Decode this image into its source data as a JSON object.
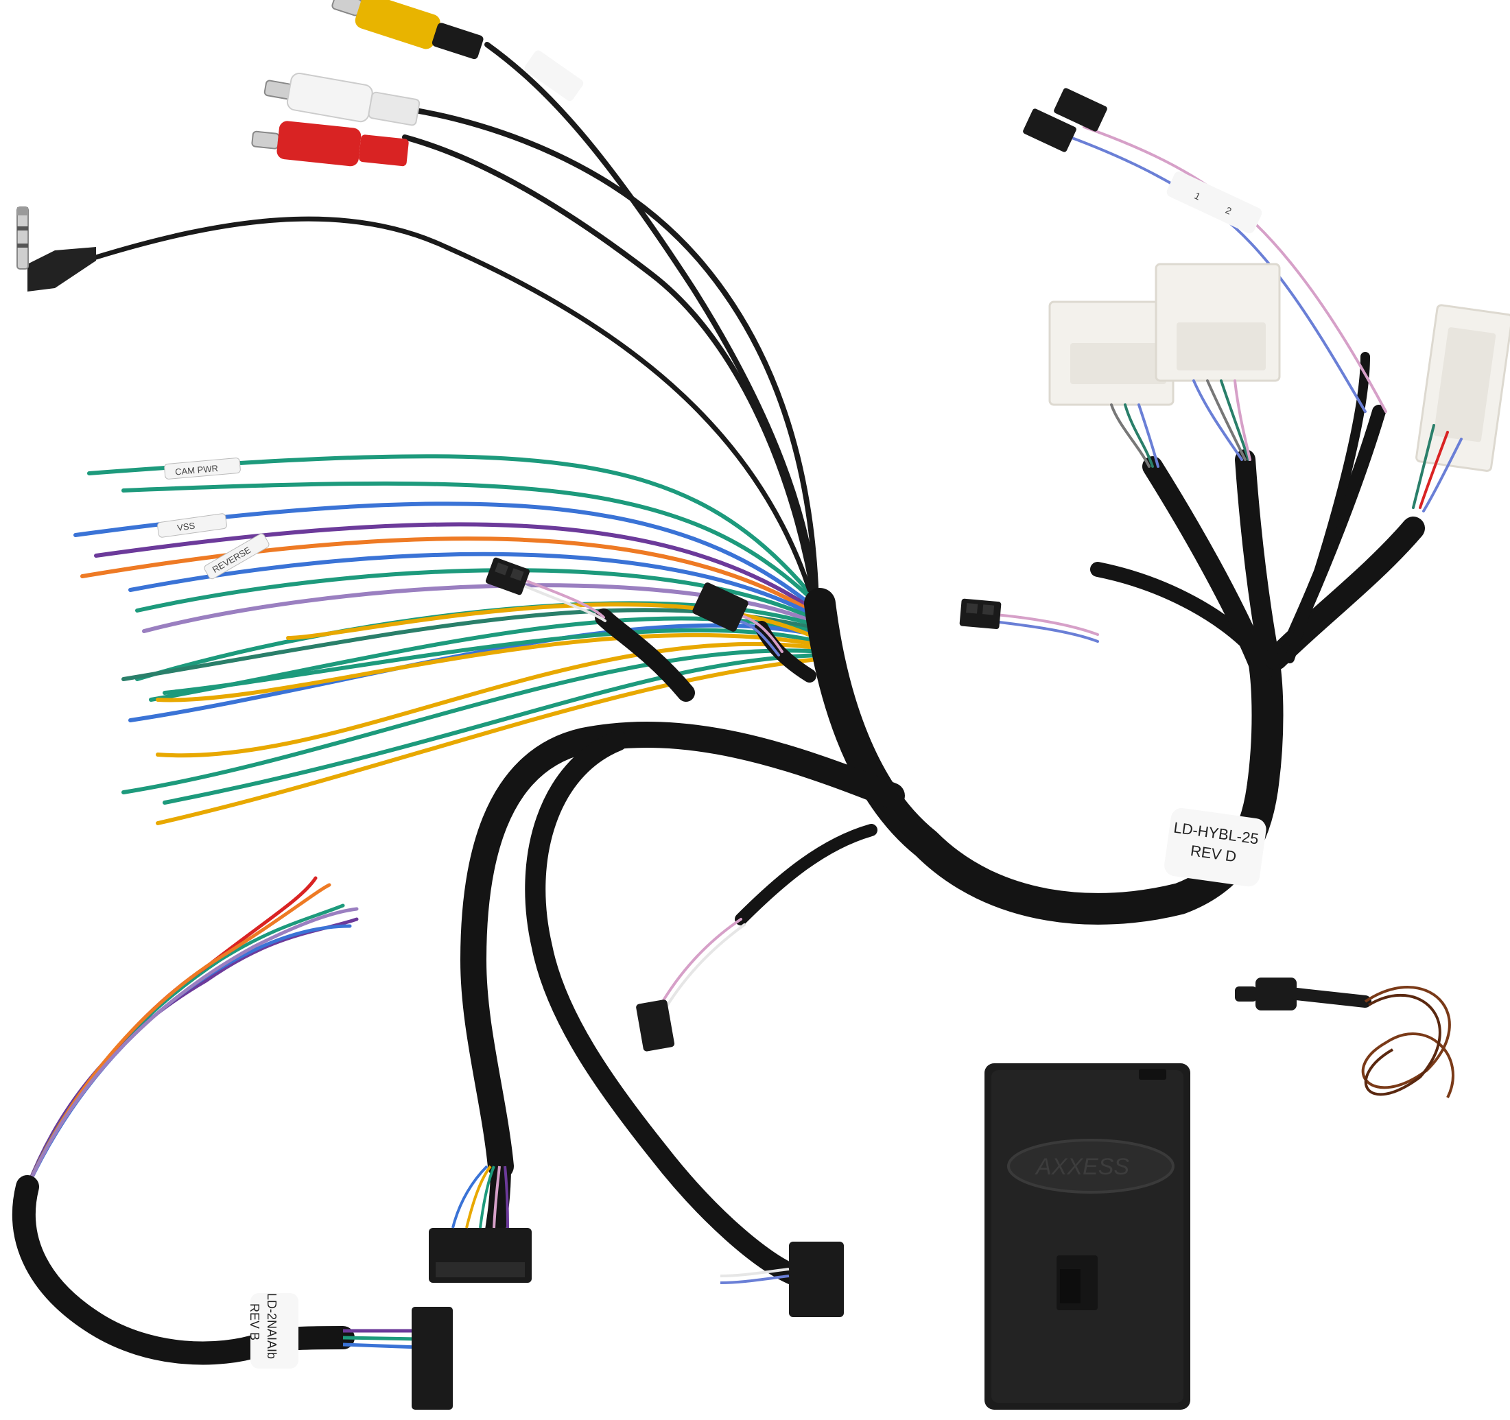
{
  "harness": {
    "main_label_line1": "LD-HYBL-25",
    "main_label_line2": "REV D",
    "small_label_line1": "LD-2NAIAIb",
    "small_label_line2": "REV B",
    "wire_tag_1": "CAM PWR",
    "wire_tag_2": "VSS",
    "wire_tag_3": "REVERSE",
    "pin_1": "1",
    "pin_2": "2"
  },
  "module": {
    "logo_text": "AXXESS"
  },
  "colors": {
    "sleeve": "#141414",
    "connector_white": "#f3f1ec",
    "rca_yellow": "#e8b400",
    "rca_red": "#d92323",
    "module_body": "#1c1c1c"
  }
}
